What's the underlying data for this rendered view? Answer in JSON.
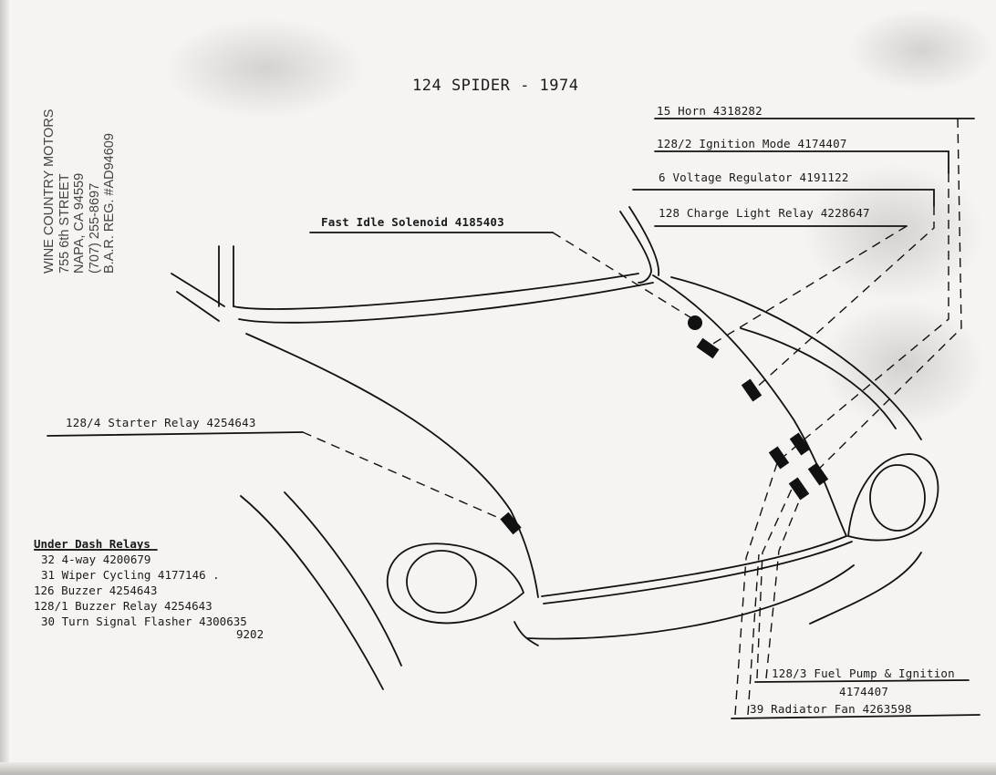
{
  "title": "124 SPIDER - 1974",
  "dealer_stamp": {
    "name": "WINE COUNTRY MOTORS",
    "street": "755 6th STREET",
    "city": "NAPA, CA 94559",
    "phone": "(707) 255-8697",
    "registration": "B.A.R. REG. #AD94609"
  },
  "callouts": {
    "horn": "15 Horn 4318282",
    "ignition_mode": "128/2 Ignition Mode 4174407",
    "voltage_regulator": "6 Voltage Regulator 4191122",
    "charge_light_relay": "128 Charge Light Relay 4228647",
    "fast_idle_solenoid": "Fast Idle Solenoid 4185403",
    "starter_relay": "128/4 Starter Relay 4254643",
    "fuel_pump_ignition": "128/3 Fuel Pump & Ignition",
    "fuel_pump_ignition_part": "4174407",
    "radiator_fan": "39 Radiator Fan 4263598"
  },
  "under_dash": {
    "heading": "Under Dash Relays",
    "items": [
      "32 4-way 4200679",
      "31 Wiper Cycling 4177146 .",
      "126 Buzzer 4254643",
      "128/1 Buzzer Relay 4254643",
      "30 Turn Signal Flasher 4300635"
    ],
    "note": "9202"
  }
}
